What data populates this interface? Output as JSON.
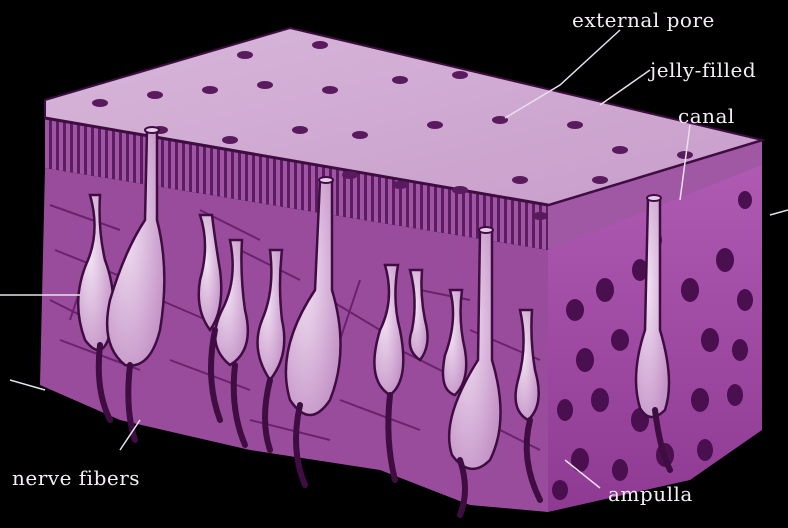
{
  "labels": {
    "external_pore": "external pore",
    "jelly_filled": "jelly-filled",
    "canal": "canal",
    "nerve_fibers": "nerve fibers",
    "ampulla": "ampulla"
  },
  "colors": {
    "background": "#000000",
    "top_surface": "#cda6cf",
    "front_tissue": "#9a4c9c",
    "side_tissue": "#a04aa4",
    "ampulla_fill": "#ddc0df",
    "dark_purple": "#3f0d42",
    "label_text": "#f2eef4"
  }
}
